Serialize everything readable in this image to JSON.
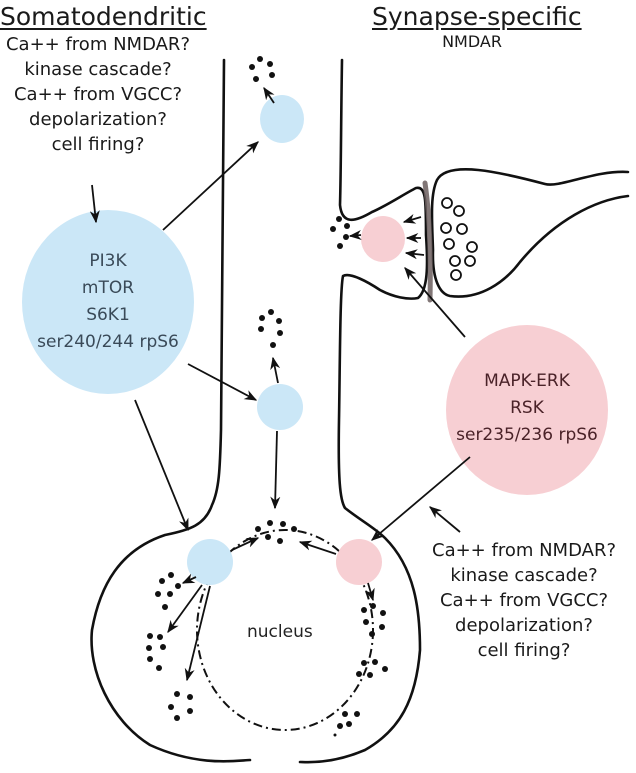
{
  "colors": {
    "pi3k_pathway": "#cbe7f7",
    "mapk_pathway": "#f7cfd3",
    "outline": "#111111",
    "psd": "#6b5e5e"
  },
  "left_panel": {
    "title": "Somatodendritic",
    "triggers": [
      "Ca++ from NMDAR?",
      "kinase cascade?",
      "Ca++ from VGCC?",
      "depolarization?",
      "cell firing?"
    ]
  },
  "right_panel": {
    "title": "Synapse-specific",
    "subtitle": "NMDAR",
    "triggers": [
      "Ca++ from NMDAR?",
      "kinase cascade?",
      "Ca++ from VGCC?",
      "depolarization?",
      "cell firing?"
    ]
  },
  "pathways": {
    "pi3k": {
      "lines": [
        "PI3K",
        "mTOR",
        "S6K1",
        "ser240/244 rpS6"
      ]
    },
    "mapk": {
      "lines": [
        "MAPK-ERK",
        "RSK",
        "ser235/236 rpS6"
      ]
    }
  },
  "soma": {
    "nucleus_label": "nucleus"
  },
  "icons": {
    "ribosome_cluster": "dot-cluster-icon",
    "vesicle": "open-circle-icon",
    "arrow": "arrow-icon"
  }
}
